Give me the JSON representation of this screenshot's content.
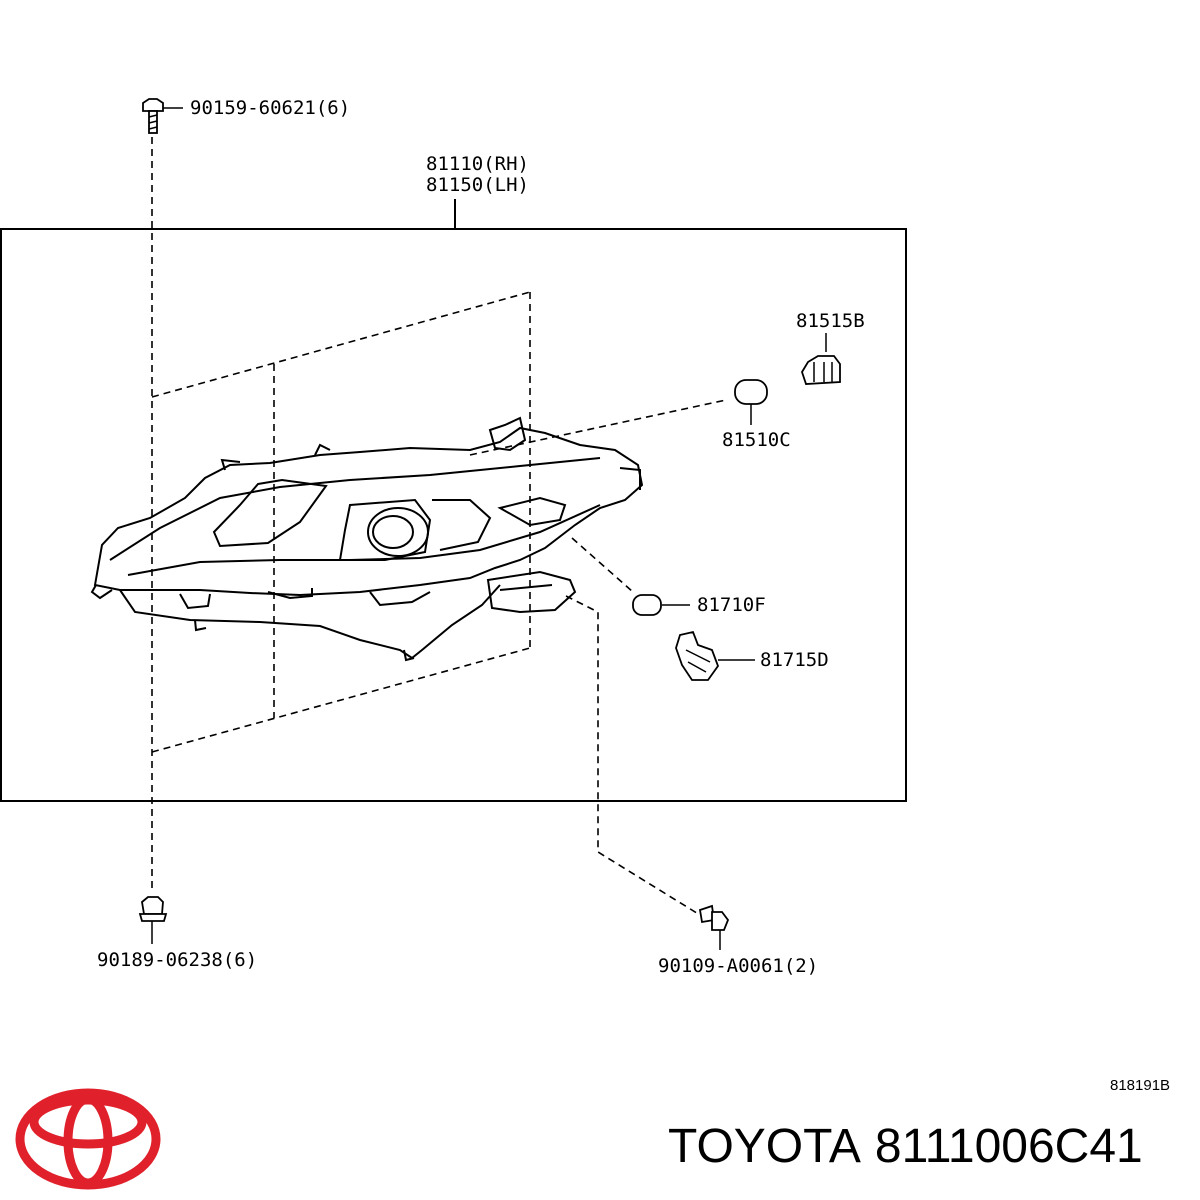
{
  "callouts": {
    "bolt_top": "90159-60621(6)",
    "headlamp_rh": "81110(RH)",
    "headlamp_lh": "81150(LH)",
    "socket": "81515B",
    "bulb_c": "81510C",
    "bulb_f": "81710F",
    "socket_d": "81715D",
    "bolt_bottom_left": "90189-06238(6)",
    "bolt_bottom_right": "90109-A0061(2)"
  },
  "drawing_code": "818191B",
  "brand": {
    "name": "TOYOTA",
    "part_number": "8111006C41",
    "logo_color": "#e0202a"
  },
  "icons": [
    "toyota-logo-icon"
  ]
}
